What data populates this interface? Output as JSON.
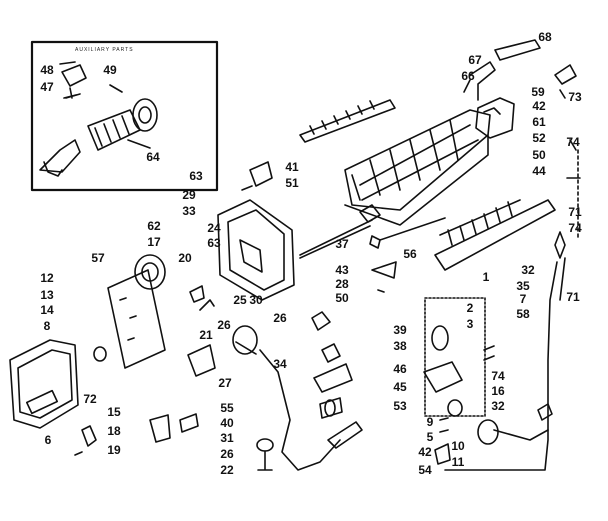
{
  "inset": {
    "title": "AUXILIARY PARTS",
    "labels": [
      "48",
      "49",
      "47",
      "64"
    ]
  },
  "labels": [
    "68",
    "67",
    "66",
    "59",
    "73",
    "42",
    "61",
    "52",
    "50",
    "74",
    "44",
    "71",
    "74",
    "71",
    "41",
    "51",
    "63",
    "29",
    "33",
    "37",
    "43",
    "56",
    "28",
    "50",
    "32",
    "35",
    "7",
    "58",
    "1",
    "2",
    "3",
    "62",
    "17",
    "24",
    "63",
    "20",
    "57",
    "12",
    "13",
    "14",
    "8",
    "25",
    "30",
    "26",
    "21",
    "26",
    "39",
    "38",
    "34",
    "46",
    "45",
    "53",
    "74",
    "16",
    "32",
    "27",
    "55",
    "40",
    "31",
    "26",
    "22",
    "15",
    "18",
    "19",
    "72",
    "6",
    "9",
    "5",
    "42",
    "10",
    "11",
    "54"
  ],
  "colors": {
    "ink": "#111111",
    "paper": "#ffffff"
  }
}
